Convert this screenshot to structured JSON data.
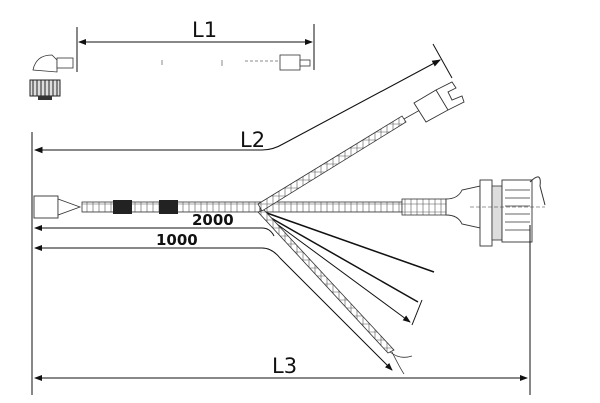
{
  "dimensions": {
    "l1": "L1",
    "l2": "L2",
    "l3": "L3",
    "d2000": "2000",
    "d1000": "1000"
  },
  "colors": {
    "line": "#111111",
    "block": "#222222"
  }
}
